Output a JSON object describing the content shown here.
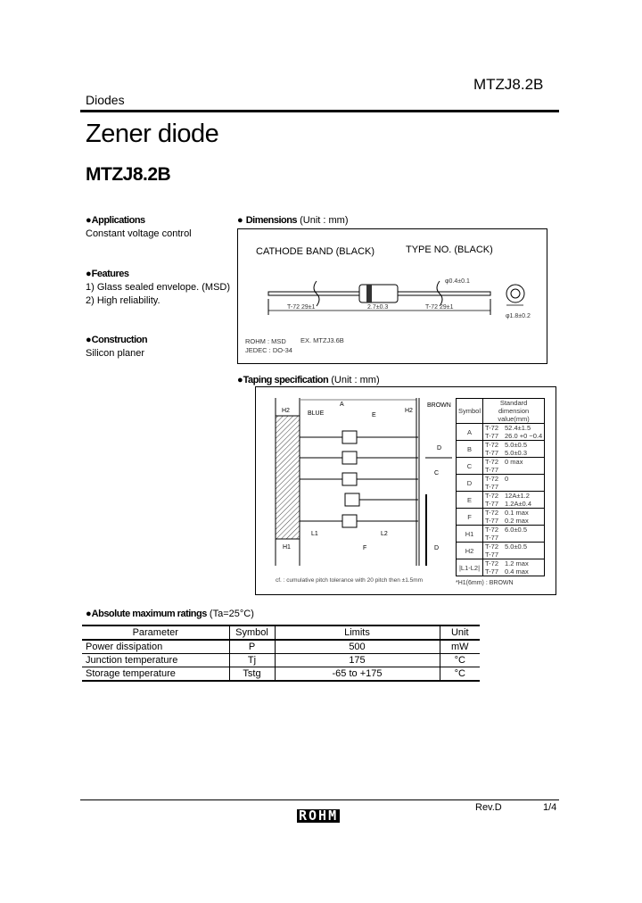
{
  "header": {
    "part_number": "MTZJ8.2B",
    "category": "Diodes"
  },
  "title": "Zener diode",
  "subtitle": "MTZJ8.2B",
  "applications": {
    "heading": "Applications",
    "text": "Constant voltage control"
  },
  "features": {
    "heading": "Features",
    "items": [
      "1) Glass sealed envelope. (MSD)",
      "2) High reliability."
    ]
  },
  "construction": {
    "heading": "Construction",
    "text": "Silicon planer"
  },
  "dimensions": {
    "heading": "Dimensions",
    "unit": "(Unit : mm)",
    "cathode_label": "CATHODE BAND (BLACK)",
    "type_label": "TYPE NO. (BLACK)",
    "lead_dia": "φ0.4±0.1",
    "lead_left": "T-72 29±1",
    "body_len": "2.7±0.3",
    "lead_right": "T-72 29±1",
    "body_dia": "φ1.8±0.2",
    "rohm": "ROHM : MSD",
    "jedec": "JEDEC : DO-34",
    "example": "EX. MTZJ3.6B"
  },
  "taping": {
    "heading": "Taping specification",
    "unit": "(Unit : mm)",
    "labels": {
      "h2": "H2",
      "a": "A",
      "h2b": "H2",
      "blue": "BLUE",
      "brown": "BROWN",
      "e": "E",
      "d": "D",
      "c": "C",
      "l1": "L1",
      "l2": "L2",
      "f": "F",
      "h1": "H1",
      "d2": "D"
    },
    "caption": "cf. : cumulative pitch tolerance with 20 pitch then ±1.5mm",
    "table_headers": [
      "Symbol",
      "Standard dimension value(mm)"
    ],
    "rows": [
      {
        "symbol": "A",
        "lines": [
          [
            "T-72",
            "52.4±1.5"
          ],
          [
            "T-77",
            "26.0 +0 −0.4"
          ]
        ]
      },
      {
        "symbol": "B",
        "lines": [
          [
            "T-72",
            "5.0±0.5"
          ],
          [
            "T-77",
            "5.0±0.3"
          ]
        ]
      },
      {
        "symbol": "C",
        "lines": [
          [
            "T-72",
            "0 max"
          ],
          [
            "T-77",
            ""
          ]
        ]
      },
      {
        "symbol": "D",
        "lines": [
          [
            "T-72",
            "0"
          ],
          [
            "T-77",
            ""
          ]
        ]
      },
      {
        "symbol": "E",
        "lines": [
          [
            "T-72",
            "12A±1.2"
          ],
          [
            "T-77",
            "1.2A±0.4"
          ]
        ]
      },
      {
        "symbol": "F",
        "lines": [
          [
            "T-72",
            "0.1 max"
          ],
          [
            "T-77",
            "0.2 max"
          ]
        ]
      },
      {
        "symbol": "H1",
        "lines": [
          [
            "T-72",
            "6.0±0.5"
          ],
          [
            "T-77",
            ""
          ]
        ]
      },
      {
        "symbol": "H2",
        "lines": [
          [
            "T-72",
            "5.0±0.5"
          ],
          [
            "T-77",
            ""
          ]
        ]
      },
      {
        "symbol": "|L1-L2|",
        "lines": [
          [
            "T-72",
            "1.2 max"
          ],
          [
            "T-77",
            "0.4 max"
          ]
        ]
      }
    ],
    "footnote": "*H1(6mm) : BROWN"
  },
  "ratings": {
    "heading": "Absolute maximum ratings",
    "condition": "(Ta=25°C)",
    "headers": [
      "Parameter",
      "Symbol",
      "Limits",
      "Unit"
    ],
    "rows": [
      [
        "Power dissipation",
        "P",
        "500",
        "mW"
      ],
      [
        "Junction temperature",
        "Tj",
        "175",
        "°C"
      ],
      [
        "Storage temperature",
        "Tstg",
        "-65 to +175",
        "°C"
      ]
    ]
  },
  "footer": {
    "logo": "ROHM",
    "revision": "Rev.D",
    "page": "1/4"
  }
}
